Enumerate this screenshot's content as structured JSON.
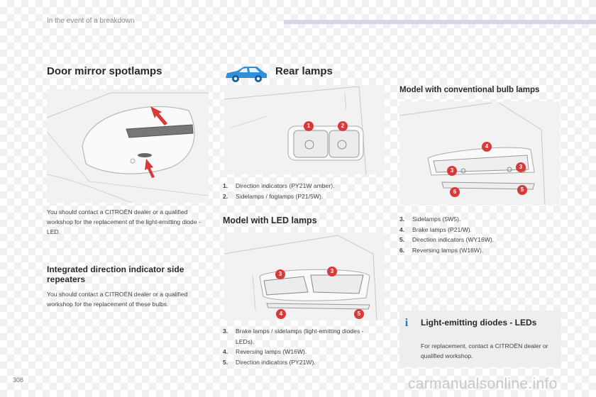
{
  "header": {
    "section_title": "In the event of a breakdown"
  },
  "door_mirror": {
    "title": "Door mirror spotlamps",
    "text": "You should contact a CITROËN dealer or a qualified workshop for the replacement of the light-emitting diode - LED."
  },
  "repeaters": {
    "title": "Integrated direction indicator side repeaters",
    "text": "You should contact a CITROËN dealer or a qualified workshop for the replacement of these bulbs."
  },
  "rear_lamps": {
    "title": "Rear lamps",
    "legend": [
      {
        "num": "1.",
        "text": "Direction indicators (PY21W amber)."
      },
      {
        "num": "2.",
        "text": "Sidelamps / foglamps (P21/5W)."
      }
    ]
  },
  "led_model": {
    "title": "Model with LED lamps",
    "legend": [
      {
        "num": "3.",
        "text": "Brake lamps / sidelamps (light-emitting diodes - LEDs)."
      },
      {
        "num": "4.",
        "text": "Reversing lamps (W16W)."
      },
      {
        "num": "5.",
        "text": "Direction indicators (PY21W)."
      }
    ]
  },
  "bulb_model": {
    "title": "Model with conventional bulb lamps",
    "legend": [
      {
        "num": "3.",
        "text": "Sidelamps (5W5)."
      },
      {
        "num": "4.",
        "text": "Brake lamps (P21/W)."
      },
      {
        "num": "5.",
        "text": "Direction indicators (WY16W)."
      },
      {
        "num": "6.",
        "text": "Reversing lamps (W16W)."
      }
    ]
  },
  "info": {
    "title": "Light-emitting diodes - LEDs",
    "text": "For replacement, contact a CITROËN dealer or qualified workshop.",
    "icon": "info-icon"
  },
  "badges": {
    "b1": "1",
    "b2": "2",
    "b3": "3",
    "b4": "4",
    "b5": "5",
    "b6": "6"
  },
  "footer": {
    "page_number": "308",
    "watermark": "carmanualsonline.info"
  },
  "colors": {
    "accent_red": "#d83a3a",
    "info_blue": "#1c78c8",
    "car_blue": "#2f8fd8"
  }
}
